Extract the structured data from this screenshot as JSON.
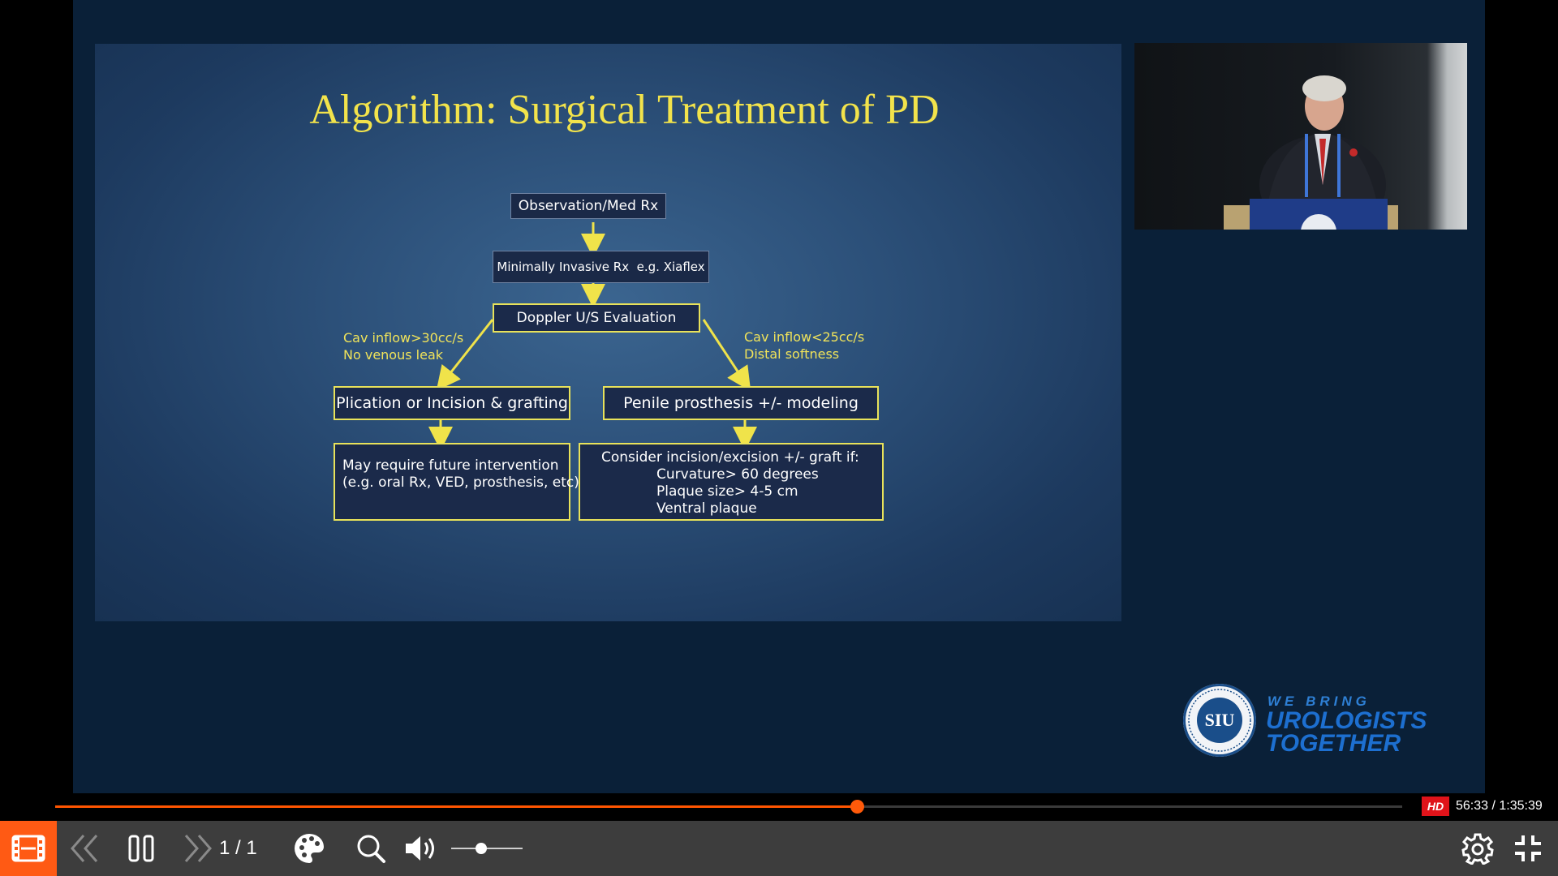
{
  "slide": {
    "title": "Algorithm: Surgical Treatment of PD",
    "boxes": {
      "observation": "Observation/Med Rx",
      "minimally_invasive": "Minimally Invasive Rx  e.g. Xiaflex",
      "doppler": "Doppler U/S Evaluation",
      "plication": "Plication or Incision & grafting",
      "prosthesis": "Penile prosthesis +/- modeling",
      "future_intervention": [
        "May require future intervention",
        "(e.g. oral Rx, VED, prosthesis, etc)"
      ],
      "consider_graft": {
        "heading": "Consider incision/excision +/- graft if:",
        "items": [
          "Curvature> 60 degrees",
          "Plaque size> 4-5 cm",
          "Ventral plaque"
        ]
      }
    },
    "notes": {
      "left": [
        "Cav inflow>30cc/s",
        "No venous leak"
      ],
      "right": [
        "Cav inflow<25cc/s",
        "Distal softness"
      ]
    },
    "colors": {
      "title": "#f2e34b",
      "arrow": "#f0e34a",
      "box_border": "#e8e25a"
    }
  },
  "branding": {
    "seal_text": "SIU",
    "tagline_line1": "WE BRING",
    "tagline_line2": "UROLOGISTS",
    "tagline_line3": "TOGETHER"
  },
  "player": {
    "progress": 0.595,
    "quality_badge": "HD",
    "time_display": "56:33 / 1:35:39",
    "page_counter": "1 / 1",
    "volume": 0.42,
    "accent_color": "#ff5500",
    "icons": [
      "slides-icon",
      "previous-icon",
      "pause-icon",
      "next-icon",
      "palette-icon",
      "search-icon",
      "volume-icon",
      "settings-icon",
      "exit-fullscreen-icon"
    ]
  }
}
